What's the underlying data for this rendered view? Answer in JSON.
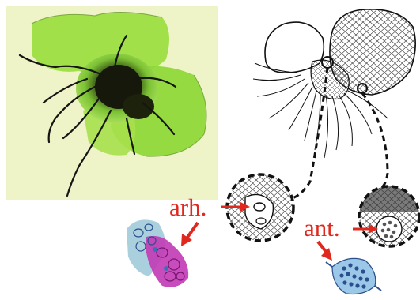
{
  "labels": {
    "archegonium": "arh.",
    "antheridium": "ant."
  },
  "colors": {
    "label_red": "#e0281e",
    "photo_background": "#eef3c8",
    "thallus_green": "#8ed63a",
    "stain_magenta": "#c23ab5",
    "stain_blue": "#3b6fb5"
  },
  "icons": {
    "photo": "fern-prothallus-photo",
    "drawing": "prothallus-line-drawing",
    "micrograph_left": "archegonium-micrograph",
    "micrograph_right": "antheridium-micrograph"
  }
}
